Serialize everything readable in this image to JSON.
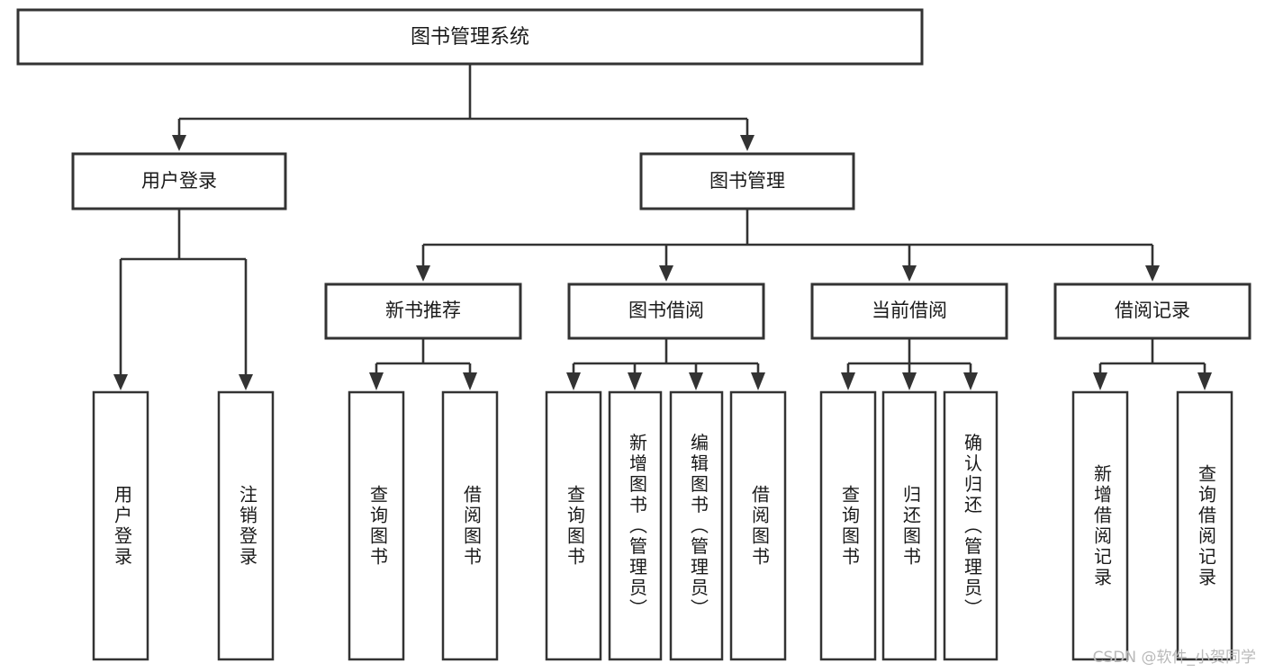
{
  "diagram": {
    "type": "tree",
    "title": "图书管理系统",
    "root": {
      "id": "root",
      "label": "图书管理系统",
      "orientation": "horizontal"
    },
    "level2": [
      {
        "id": "user-login",
        "label": "用户登录",
        "orientation": "horizontal"
      },
      {
        "id": "book-management",
        "label": "图书管理",
        "orientation": "horizontal"
      }
    ],
    "level3": [
      {
        "id": "new-book-recommend",
        "label": "新书推荐",
        "parent": "book-management",
        "orientation": "horizontal"
      },
      {
        "id": "book-borrow",
        "label": "图书借阅",
        "parent": "book-management",
        "orientation": "horizontal"
      },
      {
        "id": "current-borrow",
        "label": "当前借阅",
        "parent": "book-management",
        "orientation": "horizontal"
      },
      {
        "id": "borrow-record",
        "label": "借阅记录",
        "parent": "book-management",
        "orientation": "horizontal"
      }
    ],
    "leaves": [
      {
        "id": "leaf-user-login",
        "label": "用户登录",
        "parent": "user-login",
        "orientation": "vertical"
      },
      {
        "id": "leaf-user-logout",
        "label": "注销登录",
        "parent": "user-login",
        "orientation": "vertical"
      },
      {
        "id": "leaf-query-book-1",
        "label": "查询图书",
        "parent": "new-book-recommend",
        "orientation": "vertical"
      },
      {
        "id": "leaf-borrow-book-1",
        "label": "借阅图书",
        "parent": "new-book-recommend",
        "orientation": "vertical"
      },
      {
        "id": "leaf-query-book-2",
        "label": "查询图书",
        "parent": "book-borrow",
        "orientation": "vertical"
      },
      {
        "id": "leaf-add-book",
        "label": "新增图书（管理员）",
        "parent": "book-borrow",
        "orientation": "vertical"
      },
      {
        "id": "leaf-edit-book",
        "label": "编辑图书（管理员）",
        "parent": "book-borrow",
        "orientation": "vertical"
      },
      {
        "id": "leaf-borrow-book-2",
        "label": "借阅图书",
        "parent": "book-borrow",
        "orientation": "vertical"
      },
      {
        "id": "leaf-query-book-3",
        "label": "查询图书",
        "parent": "current-borrow",
        "orientation": "vertical"
      },
      {
        "id": "leaf-return-book",
        "label": "归还图书",
        "parent": "current-borrow",
        "orientation": "vertical"
      },
      {
        "id": "leaf-confirm-return",
        "label": "确认归还（管理员）",
        "parent": "current-borrow",
        "orientation": "vertical"
      },
      {
        "id": "leaf-add-record",
        "label": "新增借阅记录",
        "parent": "borrow-record",
        "orientation": "vertical"
      },
      {
        "id": "leaf-query-record",
        "label": "查询借阅记录",
        "parent": "borrow-record",
        "orientation": "vertical"
      }
    ],
    "colors": {
      "box_stroke": "#333333",
      "box_fill": "#ffffff",
      "text": "#1a1a1a",
      "connector": "#333333",
      "watermark": "#b9b9b9",
      "background": "#ffffff"
    }
  },
  "watermark": {
    "text": "CSDN @软件_小贺同学"
  }
}
